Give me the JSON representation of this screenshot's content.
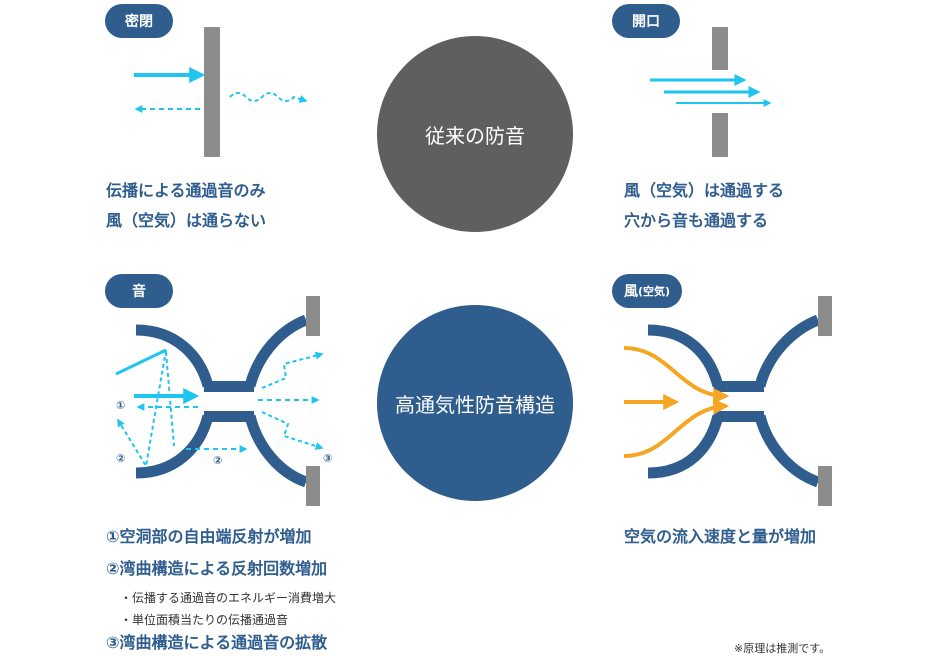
{
  "colors": {
    "brand_blue": "#2f5d8e",
    "dark_gray": "#5f5f5f",
    "wall_gray": "#8c8c8c",
    "cyan": "#1ec6ef",
    "orange": "#f5a623"
  },
  "labels": {
    "sealed": "密閉",
    "open": "開口",
    "sound": "音",
    "wind_main": "風",
    "wind_paren": "(空気)"
  },
  "circles": {
    "traditional": "従来の防音",
    "high_ventilation": "高通気性防音構造"
  },
  "captions": {
    "sealed_line1": "伝播による通過音のみ",
    "sealed_line2": "風（空気）は通らない",
    "open_line1": "風（空気）は通過する",
    "open_line2": "穴から音も通過する",
    "sound_line1": "①空洞部の自由端反射が増加",
    "sound_line2": "②湾曲構造による反射回数増加",
    "sound_sub1": "・伝播する通過音のエネルギー消費増大",
    "sound_sub2": "・単位面積当たりの伝播通過音",
    "sound_line3": "③湾曲構造による通過音の拡散",
    "wind_line1": "空気の流入速度と量が増加"
  },
  "markers": {
    "m1": "①",
    "m2a": "②",
    "m2b": "②",
    "m3": "③"
  },
  "note": "※原理は推測です。"
}
